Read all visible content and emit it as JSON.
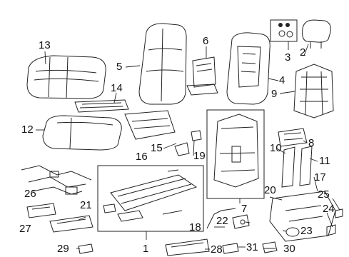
{
  "diagram": {
    "callouts": [
      {
        "id": "c13",
        "text": "13"
      },
      {
        "id": "c5",
        "text": "5"
      },
      {
        "id": "c6",
        "text": "6"
      },
      {
        "id": "c3",
        "text": "3"
      },
      {
        "id": "c2",
        "text": "2"
      },
      {
        "id": "c4",
        "text": "4"
      },
      {
        "id": "c9",
        "text": "9"
      },
      {
        "id": "c14",
        "text": "14"
      },
      {
        "id": "c12",
        "text": "12"
      },
      {
        "id": "c16",
        "text": "16"
      },
      {
        "id": "c15",
        "text": "15"
      },
      {
        "id": "c19",
        "text": "19"
      },
      {
        "id": "c8",
        "text": "8"
      },
      {
        "id": "c10",
        "text": "10"
      },
      {
        "id": "c11",
        "text": "11"
      },
      {
        "id": "c26",
        "text": "26"
      },
      {
        "id": "c17",
        "text": "17"
      },
      {
        "id": "c20",
        "text": "20"
      },
      {
        "id": "c25",
        "text": "25"
      },
      {
        "id": "c21",
        "text": "21"
      },
      {
        "id": "c7",
        "text": "7"
      },
      {
        "id": "c24",
        "text": "24"
      },
      {
        "id": "c27",
        "text": "27"
      },
      {
        "id": "c22",
        "text": "22"
      },
      {
        "id": "c18",
        "text": "18"
      },
      {
        "id": "c23",
        "text": "23"
      },
      {
        "id": "c29",
        "text": "29"
      },
      {
        "id": "c1",
        "text": "1"
      },
      {
        "id": "c28",
        "text": "28"
      },
      {
        "id": "c31",
        "text": "31"
      },
      {
        "id": "c30",
        "text": "30"
      }
    ]
  }
}
